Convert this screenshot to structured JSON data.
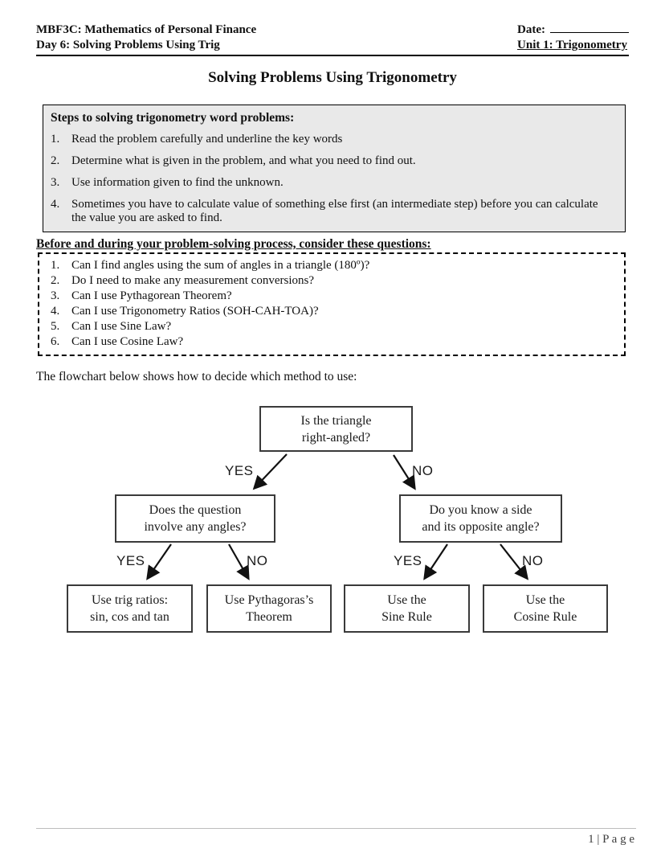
{
  "header": {
    "course": "MBF3C: Mathematics of Personal Finance",
    "day": "Day 6: Solving Problems Using Trig",
    "date_label": "Date:",
    "unit": "Unit 1: Trigonometry"
  },
  "title": "Solving Problems Using Trigonometry",
  "steps_box": {
    "heading": "Steps to solving trigonometry word problems:",
    "items": [
      {
        "num": "1.",
        "text": "Read the problem carefully and underline the key words"
      },
      {
        "num": "2.",
        "text": "Determine what is given in the problem, and what you need to find out."
      },
      {
        "num": "3.",
        "text": "Use information given to find the unknown."
      },
      {
        "num": "4.",
        "text": "Sometimes you have to calculate value of something else first (an intermediate step) before you can calculate the value you are asked to find."
      }
    ]
  },
  "questions": {
    "heading": "Before and during your problem-solving process, consider these questions:",
    "items": [
      {
        "num": "1.",
        "text": "Can I find angles using the sum of angles in a triangle (180º)?"
      },
      {
        "num": "2.",
        "text": "Do I need to make any measurement conversions?"
      },
      {
        "num": "3.",
        "text": "Can I use Pythagorean Theorem?"
      },
      {
        "num": "4.",
        "text": "Can I use Trigonometry Ratios (SOH-CAH-TOA)?"
      },
      {
        "num": "5.",
        "text": "Can I use Sine Law?"
      },
      {
        "num": "6.",
        "text": "Can I use Cosine Law?"
      }
    ]
  },
  "flowchart": {
    "intro": "The flowchart below shows how to decide which method to use:",
    "labels": {
      "yes": "YES",
      "no": "NO"
    },
    "nodes": {
      "root": {
        "line1": "Is the triangle",
        "line2": "right-angled?"
      },
      "qleft": {
        "line1": "Does the question",
        "line2": "involve any angles?"
      },
      "qright": {
        "line1": "Do you know a side",
        "line2": "and its opposite angle?"
      },
      "leaf1": {
        "line1": "Use trig ratios:",
        "line2": "sin, cos and tan"
      },
      "leaf2": {
        "line1": "Use Pythagoras’s",
        "line2": "Theorem"
      },
      "leaf3": {
        "line1": "Use the",
        "line2": "Sine Rule"
      },
      "leaf4": {
        "line1": "Use the",
        "line2": "Cosine Rule"
      }
    }
  },
  "footer": {
    "page": "1 | P a g e"
  }
}
